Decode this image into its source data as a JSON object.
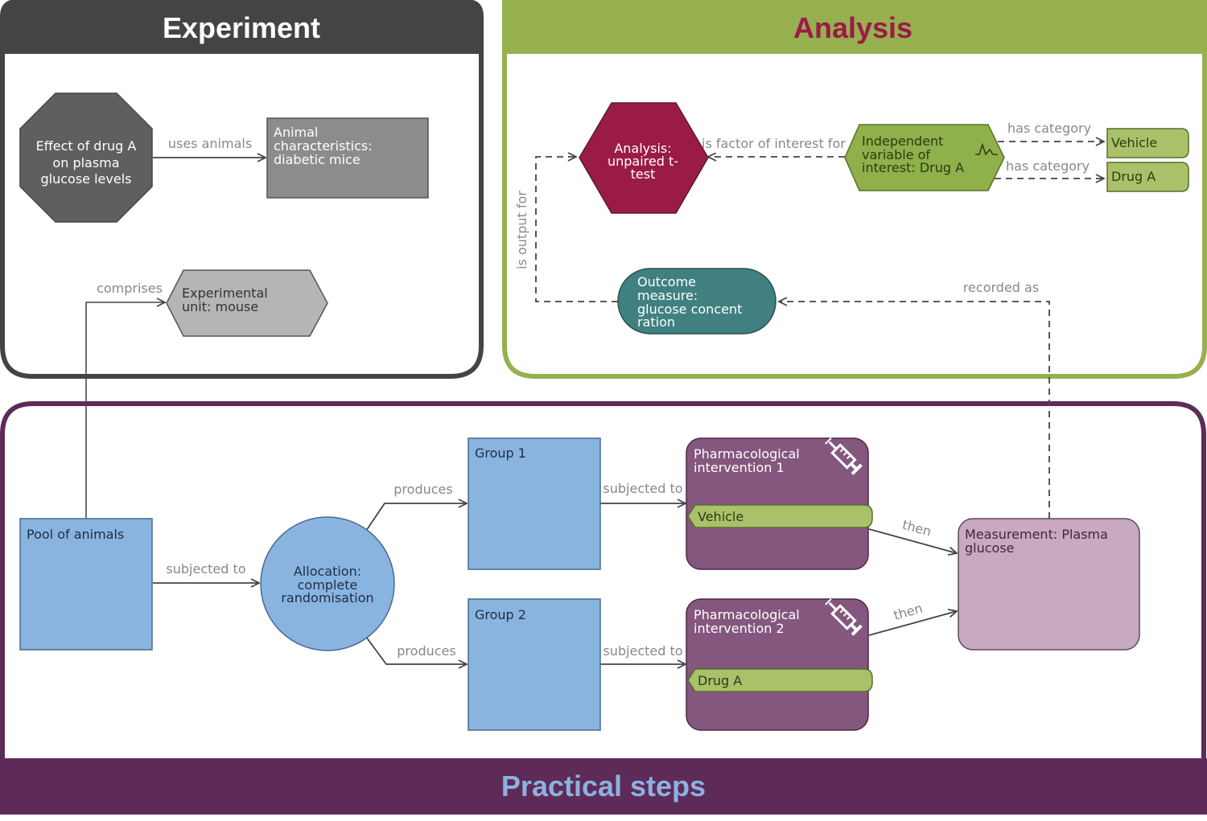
{
  "panels": {
    "experiment": {
      "title": "Experiment",
      "color": "#444444"
    },
    "analysis": {
      "title": "Analysis",
      "color": "#96b04f",
      "title_color": "#9b1b47"
    },
    "practical": {
      "title": "Practical steps",
      "color": "#5e2b59",
      "title_color": "#8db1de"
    }
  },
  "nodes": {
    "effect": {
      "lines": [
        "Effect of drug A",
        "on plasma",
        "glucose levels"
      ],
      "shape": "octagon",
      "color": "#5f5f5f"
    },
    "animal_char": {
      "lines": [
        "Animal",
        "characteristics:",
        "diabetic mice"
      ],
      "shape": "rectangle",
      "color": "#8c8c8c"
    },
    "exp_unit": {
      "lines": [
        "Experimental",
        "unit: mouse"
      ],
      "shape": "hexagon",
      "color": "#b5b5b5"
    },
    "analysis": {
      "lines": [
        "Analysis:",
        "unpaired t-",
        "test"
      ],
      "shape": "hexagon",
      "color": "#9b1b47"
    },
    "indep_var": {
      "lines": [
        "Independent",
        "variable of",
        "interest: Drug A"
      ],
      "shape": "hexagon",
      "color": "#8fb04a"
    },
    "vehicle_cat": {
      "text": "Vehicle",
      "color": "#a9c26a"
    },
    "druga_cat": {
      "text": "Drug A",
      "color": "#a9c26a"
    },
    "outcome": {
      "lines": [
        "Outcome",
        "measure:",
        "glucose concent",
        "ration"
      ],
      "shape": "rounded",
      "color": "#408080"
    },
    "pool": {
      "text": "Pool of animals",
      "color": "#8ab4e0"
    },
    "allocation": {
      "lines": [
        "Allocation:",
        "complete",
        "randomisation"
      ],
      "shape": "circle",
      "color": "#8ab4e0"
    },
    "group1": {
      "text": "Group 1",
      "color": "#8ab4e0"
    },
    "group2": {
      "text": "Group 2",
      "color": "#8ab4e0"
    },
    "pharm1": {
      "lines": [
        "Pharmacological",
        "intervention 1"
      ],
      "tag": "Vehicle",
      "icon": "syringe-icon",
      "color": "#85577e"
    },
    "pharm2": {
      "lines": [
        "Pharmacological",
        "intervention 2"
      ],
      "tag": "Drug A",
      "icon": "syringe-icon",
      "color": "#85577e"
    },
    "measurement": {
      "lines": [
        "Measurement: Plasma",
        "glucose"
      ],
      "color": "#c8a9c1"
    }
  },
  "edges": {
    "uses_animals": "uses animals",
    "comprises": "comprises",
    "factor_of_interest": "is factor of interest for",
    "has_category_1": "has category",
    "has_category_2": "has category",
    "output_for": "is output for",
    "recorded_as": "recorded as",
    "subjected_to_alloc": "subjected to",
    "produces_1": "produces",
    "produces_2": "produces",
    "subjected_to_1": "subjected to",
    "subjected_to_2": "subjected to",
    "then_1": "then",
    "then_2": "then"
  }
}
